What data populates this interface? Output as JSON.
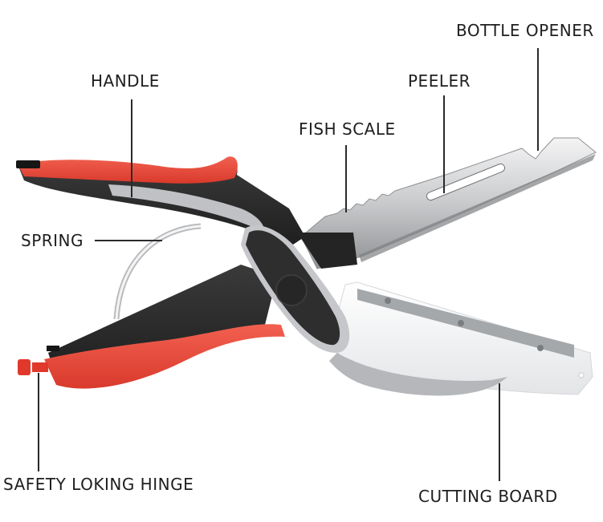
{
  "diagram": {
    "subject": "Clever cutter scissors with cutting board",
    "colors": {
      "background": "#ffffff",
      "handle_red": "#ec4a3c",
      "handle_black": "#2b2b2b",
      "steel": "#c8c9cb",
      "board_white": "#f2f3f4",
      "text": "#1e1e1e",
      "leader": "#2a2a2a"
    },
    "labels": [
      {
        "id": "bottle-opener",
        "text": "BOTTLE OPENER"
      },
      {
        "id": "handle",
        "text": "HANDLE"
      },
      {
        "id": "peeler",
        "text": "PEELER"
      },
      {
        "id": "fish-scale",
        "text": "FISH SCALE"
      },
      {
        "id": "spring",
        "text": "SPRING"
      },
      {
        "id": "safety-locking-hinge",
        "text": "SAFETY LOKING HINGE"
      },
      {
        "id": "cutting-board",
        "text": "CUTTING BOARD"
      }
    ]
  }
}
